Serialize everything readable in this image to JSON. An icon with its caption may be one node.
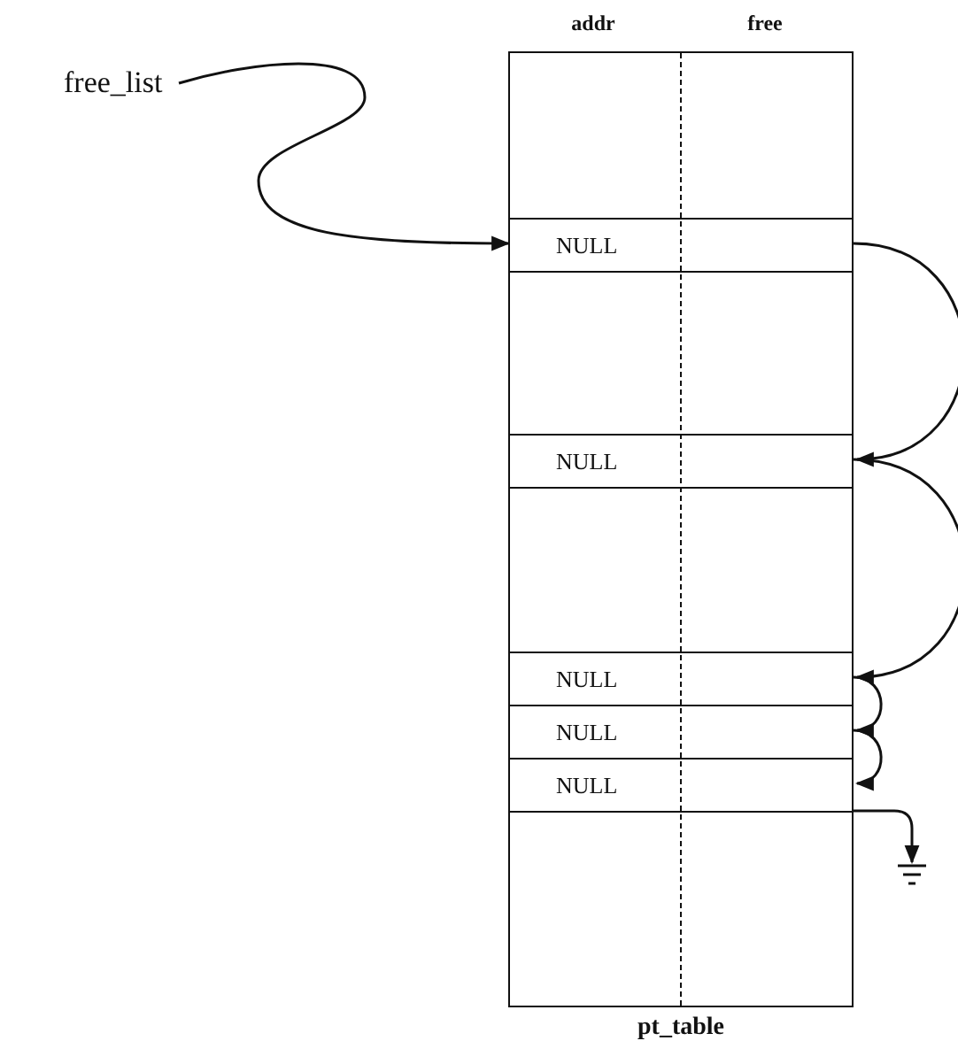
{
  "diagram": {
    "nodes": [
      {
        "text": [
          "free_list"
        ]
      },
      {
        "text": [],
        "shape": "box",
        "beside": [
          "pt_table"
        ]
      },
      {
        "text": [
          "NULL"
        ],
        "in": 1
      },
      {
        "text": [
          "NULL"
        ],
        "in": 1
      },
      {
        "text": [
          "NULL"
        ],
        "in": 1
      },
      {
        "text": [
          "NULL"
        ],
        "in": 1
      },
      {
        "text": [
          "NULL"
        ],
        "in": 1
      },
      {
        "text": [],
        "shape": "ground"
      }
    ],
    "edges": [
      {
        "from": 0,
        "to": 2,
        "arrow": "to"
      },
      {
        "from": 2,
        "to": 3,
        "arrow": "to"
      },
      {
        "from": 3,
        "to": 4,
        "arrow": "to"
      },
      {
        "from": 4,
        "to": 5,
        "arrow": "to"
      },
      {
        "from": 5,
        "to": 6,
        "arrow": "to"
      },
      {
        "from": 6,
        "to": 7,
        "arrow": "to"
      }
    ],
    "labels": [
      "addr",
      "free"
    ]
  }
}
